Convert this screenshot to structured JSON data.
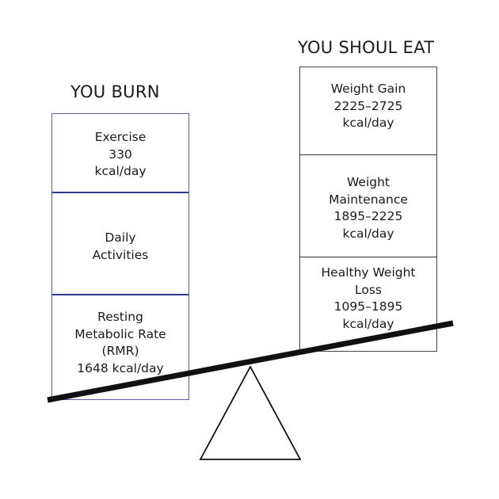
{
  "burn": {
    "title": "YOU BURN",
    "exercise": {
      "lines": [
        "Exercise",
        "330",
        "kcal/day"
      ]
    },
    "daily": {
      "lines": [
        "Daily",
        "Activities"
      ]
    },
    "rmr": {
      "lines": [
        "Resting",
        "Metabolic Rate",
        "(RMR)",
        "1648 kcal/day"
      ]
    },
    "border_color": "#5a5fa0",
    "divider_color": "#2f3a8c"
  },
  "eat": {
    "title": "YOU SHOUL EAT",
    "gain": {
      "lines": [
        "Weight Gain",
        "2225–2725",
        "kcal/day"
      ]
    },
    "maintenance": {
      "lines": [
        "Weight",
        "Maintenance",
        "1895–2225",
        "kcal/day"
      ]
    },
    "loss": {
      "lines": [
        "Healthy Weight",
        "Loss",
        "1095–1895",
        "kcal/day"
      ]
    },
    "border_color": "#444444"
  },
  "scale": {
    "beam_color": "#111111",
    "fulcrum_stroke": "#111111"
  }
}
